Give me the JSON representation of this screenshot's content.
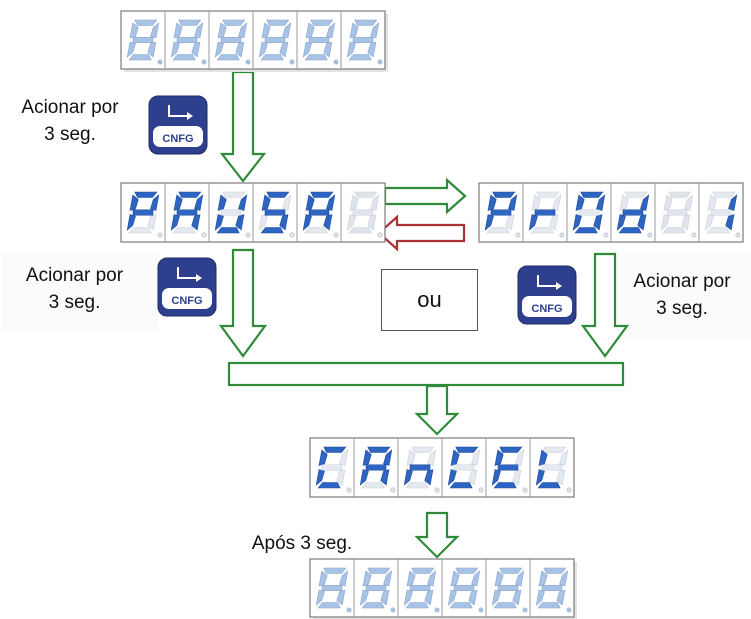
{
  "displays": [
    {
      "id": "initial",
      "digits": [
        "8",
        "8",
        "8",
        "8",
        "8",
        "8"
      ],
      "style": "dim"
    },
    {
      "id": "pausa",
      "digits": [
        "P",
        "A",
        "U",
        "S",
        "A",
        "8"
      ],
      "style": "active_last_dim"
    },
    {
      "id": "prod",
      "digits": [
        "P",
        "r",
        "O",
        "d",
        "8",
        "1"
      ],
      "style": "active_5th_dim"
    },
    {
      "id": "cancel",
      "digits": [
        "C",
        "A",
        "n",
        "C",
        "E",
        "L"
      ],
      "style": "active"
    },
    {
      "id": "final",
      "digits": [
        "8",
        "8",
        "8",
        "8",
        "8",
        "8"
      ],
      "style": "dim"
    }
  ],
  "labels": {
    "top_action": [
      "Acionar por",
      "3 seg."
    ],
    "left_action": [
      "Acionar por",
      "3 seg."
    ],
    "right_action": [
      "Acionar por",
      "3 seg."
    ],
    "or": "ou",
    "after": "Após 3 seg."
  },
  "button": {
    "label": "CNFG",
    "icon": "enter-arrow-icon"
  },
  "colors": {
    "segment_on": "#2e64c2",
    "segment_dim": "#a9c3e6",
    "segment_off": "#e4e9ef",
    "arrow_green": "#2f8a3a",
    "arrow_red": "#a93232",
    "button_bg": "#2e3f8e"
  }
}
